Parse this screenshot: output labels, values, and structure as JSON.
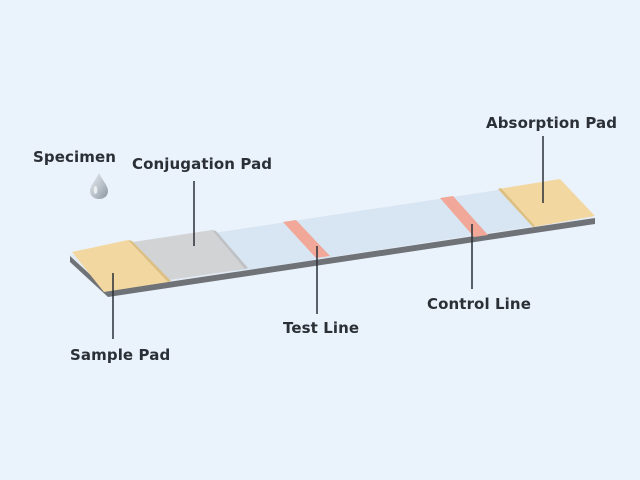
{
  "labels": {
    "specimen": "Specimen",
    "conjugation_pad": "Conjugation Pad",
    "absorption_pad": "Absorption Pad",
    "sample_pad": "Sample Pad",
    "test_line": "Test Line",
    "control_line": "Control Line"
  },
  "colors": {
    "background": "#eaf2fb",
    "membrane": "#d8e5f2",
    "sample_pad": "#f2d8a0",
    "absorption_pad": "#f2d8a0",
    "conjugation_pad": "#d2d3d5",
    "test_line": "#f1a899",
    "control_line": "#f1a899",
    "strip_edge": "#6f7378",
    "leader_line": "#2b2f36"
  },
  "icons": {
    "specimen": "droplet-icon"
  }
}
